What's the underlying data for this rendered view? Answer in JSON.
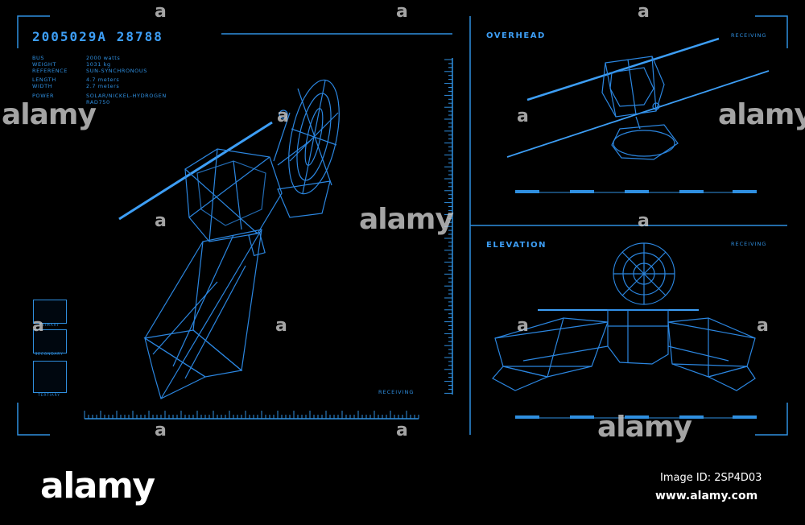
{
  "main": {
    "title": "2005029A 28788",
    "specs": [
      {
        "key": "BUS",
        "value": "2000 watts"
      },
      {
        "key": "WEIGHT",
        "value": "1031 kg"
      },
      {
        "key": "REFERENCE",
        "value": "SUN-SYNCHRONOUS"
      },
      {
        "key": "LENGTH",
        "value": "4.7 meters"
      },
      {
        "key": "WIDTH",
        "value": "2.7 meters"
      },
      {
        "key": "POWER",
        "value": "SOLAR/NICKEL-HYDROGEN"
      },
      {
        "key": "",
        "value": "RAD750"
      }
    ],
    "receiving": "RECEIVING",
    "thumbnails": [
      "PRIMARY",
      "SECONDARY",
      "TERTIARY"
    ]
  },
  "overhead": {
    "title": "OVERHEAD",
    "receiving": "RECEIVING"
  },
  "elevation": {
    "title": "ELEVATION",
    "receiving": "RECEIVING"
  },
  "watermark": {
    "brand": "alamy",
    "small": "a",
    "image_id": "Image ID: 2SP4D03",
    "url": "www.alamy.com"
  },
  "colors": {
    "accent": "#2f8fe0",
    "bright": "#3d9ef5",
    "background": "#000000"
  }
}
